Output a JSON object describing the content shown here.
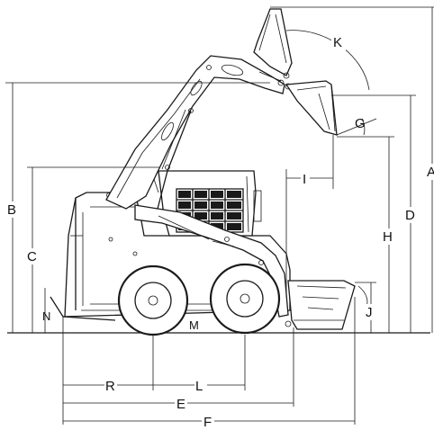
{
  "dimension_labels": {
    "A": "A",
    "B": "B",
    "C": "C",
    "D": "D",
    "E": "E",
    "F": "F",
    "G": "G",
    "H": "H",
    "I": "I",
    "J": "J",
    "K": "K",
    "L": "L",
    "M": "M",
    "N": "N",
    "R": "R"
  }
}
